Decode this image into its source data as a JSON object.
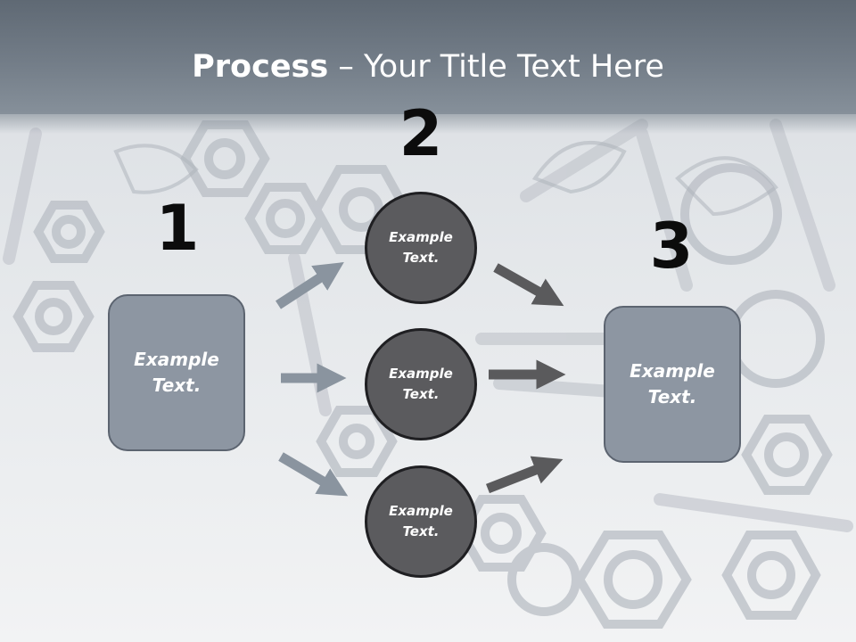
{
  "slide": {
    "title_bold": "Process",
    "title_rest": " – Your Title Text Here",
    "steps": [
      {
        "number": "1",
        "box_text_line1": "Example",
        "box_text_line2": "Text."
      },
      {
        "number": "2"
      },
      {
        "number": "3",
        "box_text_line1": "Example",
        "box_text_line2": "Text."
      }
    ],
    "circles": [
      {
        "line1": "Example",
        "line2": "Text."
      },
      {
        "line1": "Example",
        "line2": "Text."
      },
      {
        "line1": "Example",
        "line2": "Text."
      }
    ]
  },
  "colors": {
    "title_bar": "#737d88",
    "box_fill": "#8d96a2",
    "circle_fill": "#5b5b5e",
    "left_arrow": "#8a949f",
    "right_arrow": "#5a5a5c"
  }
}
